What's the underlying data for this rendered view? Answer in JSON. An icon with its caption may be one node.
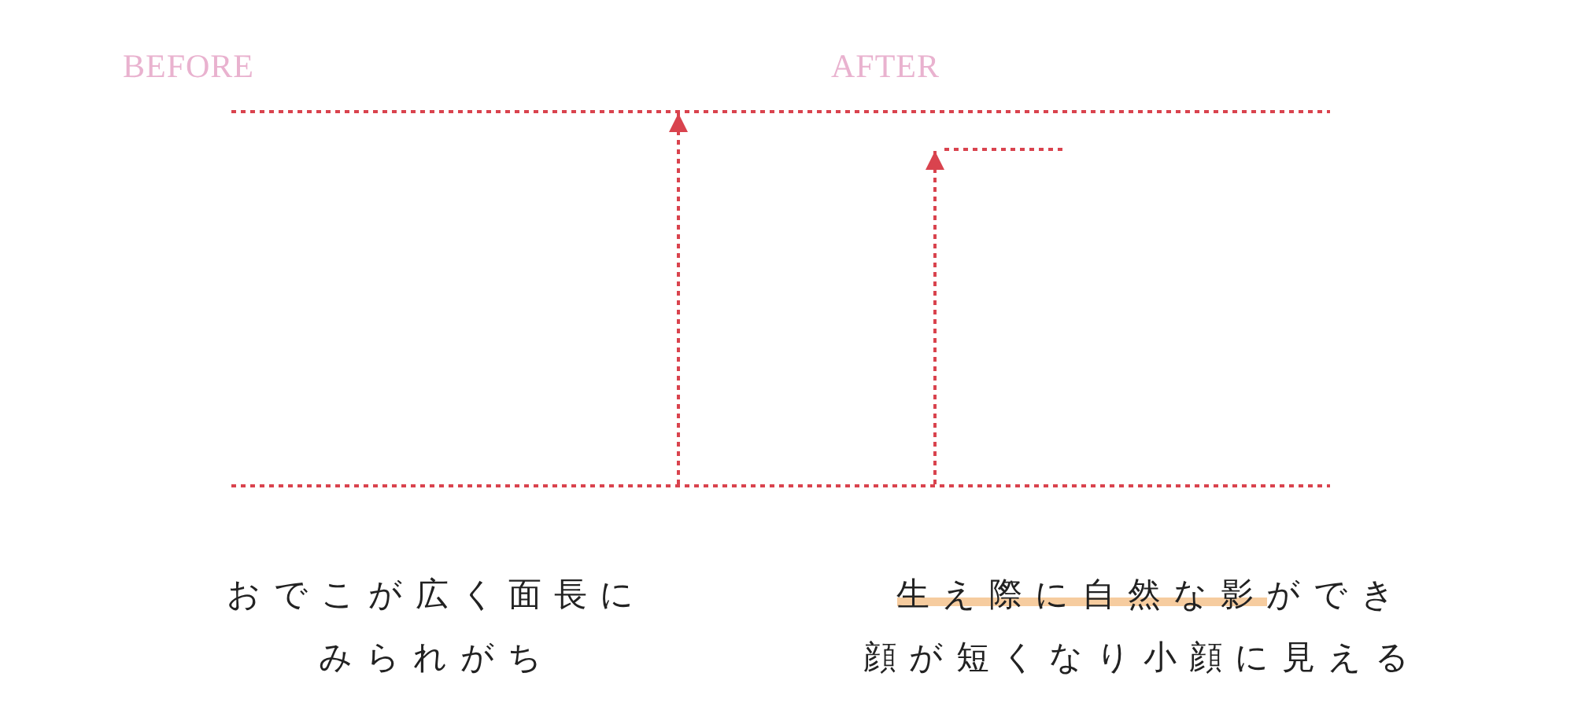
{
  "diagram": {
    "labels": [
      "BEFORE",
      "AFTER",
      "おでこが広く面長にみられがち",
      "**生え際に自然な影**ができ顔が短くなり小顔に見える"
    ]
  }
}
